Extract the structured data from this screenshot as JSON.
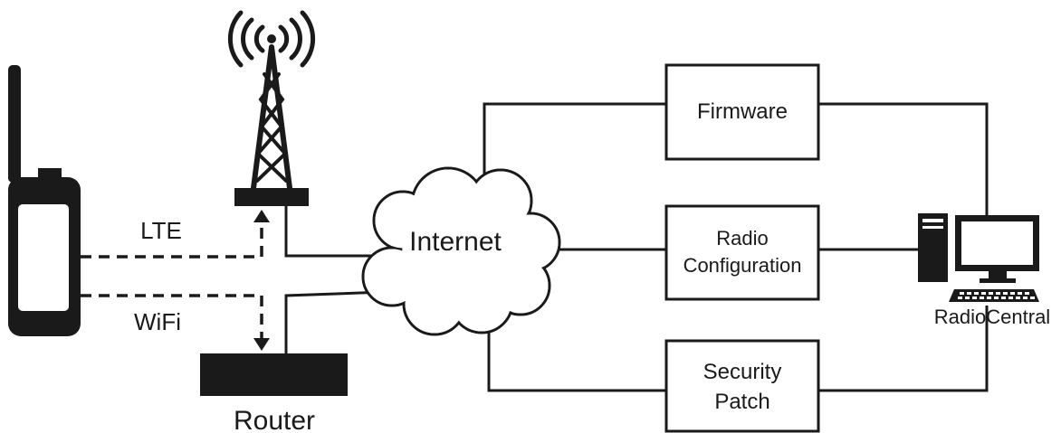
{
  "links": {
    "lte": "LTE",
    "wifi": "WiFi"
  },
  "nodes": {
    "internet": "Internet",
    "router": "Router",
    "firmware": "Firmware",
    "radio_config_line1": "Radio",
    "radio_config_line2": "Configuration",
    "security_line1": "Security",
    "security_line2": "Patch",
    "radiocentral": "RadioCentral"
  },
  "colors": {
    "ink": "#1a1a1a",
    "background": "#ffffff"
  }
}
